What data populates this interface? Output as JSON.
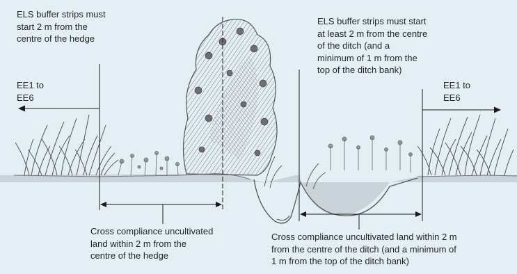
{
  "labels": {
    "els_left": "ELS buffer strips must\nstart 2 m from the\ncentre of the hedge",
    "els_right": "ELS buffer strips must start\nat least 2 m from the centre\nof the ditch (and a\nminimum of 1 m from the\ntop of the ditch bank)",
    "ee_left": "EE1 to\nEE6",
    "ee_right": "EE1 to\nEE6",
    "cc_left": "Cross compliance uncultivated\nland within 2 m from the\ncentre of the hedge",
    "cc_right": "Cross compliance uncultivated land within 2 m\nfrom the centre of the ditch (and a minimum of\n1 m from the top of the ditch bank)"
  },
  "colors": {
    "background": "#e3eef5",
    "sketch": "#555555",
    "line": "#1a1a1a"
  }
}
